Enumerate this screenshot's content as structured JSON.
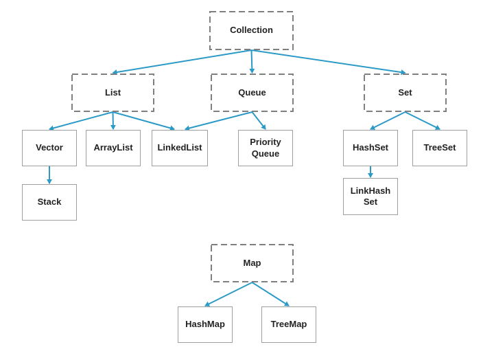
{
  "diagram": {
    "colors": {
      "edge": "#2b9ac6",
      "dashed_border": "#7f7f7f",
      "solid_border": "#9e9e9e",
      "text": "#222222"
    },
    "nodes": {
      "collection": {
        "label": "Collection",
        "style": "dashed"
      },
      "list": {
        "label": "List",
        "style": "dashed"
      },
      "queue": {
        "label": "Queue",
        "style": "dashed"
      },
      "set": {
        "label": "Set",
        "style": "dashed"
      },
      "vector": {
        "label": "Vector",
        "style": "solid"
      },
      "arraylist": {
        "label": "ArrayList",
        "style": "solid"
      },
      "linkedlist": {
        "label": "LinkedList",
        "style": "solid"
      },
      "priorityqueue": {
        "label": "Priority\nQueue",
        "style": "solid"
      },
      "hashset": {
        "label": "HashSet",
        "style": "solid"
      },
      "treeset": {
        "label": "TreeSet",
        "style": "solid"
      },
      "stack": {
        "label": "Stack",
        "style": "solid"
      },
      "linkhashset": {
        "label": "LinkHash\nSet",
        "style": "solid"
      },
      "map": {
        "label": "Map",
        "style": "dashed"
      },
      "hashmap": {
        "label": "HashMap",
        "style": "solid"
      },
      "treemap": {
        "label": "TreeMap",
        "style": "solid"
      }
    },
    "edges": [
      {
        "from": "collection",
        "to": "list"
      },
      {
        "from": "collection",
        "to": "queue"
      },
      {
        "from": "collection",
        "to": "set"
      },
      {
        "from": "list",
        "to": "vector"
      },
      {
        "from": "list",
        "to": "arraylist"
      },
      {
        "from": "list",
        "to": "linkedlist"
      },
      {
        "from": "queue",
        "to": "linkedlist"
      },
      {
        "from": "queue",
        "to": "priorityqueue"
      },
      {
        "from": "set",
        "to": "hashset"
      },
      {
        "from": "set",
        "to": "treeset"
      },
      {
        "from": "vector",
        "to": "stack"
      },
      {
        "from": "hashset",
        "to": "linkhashset"
      },
      {
        "from": "map",
        "to": "hashmap"
      },
      {
        "from": "map",
        "to": "treemap"
      }
    ]
  }
}
